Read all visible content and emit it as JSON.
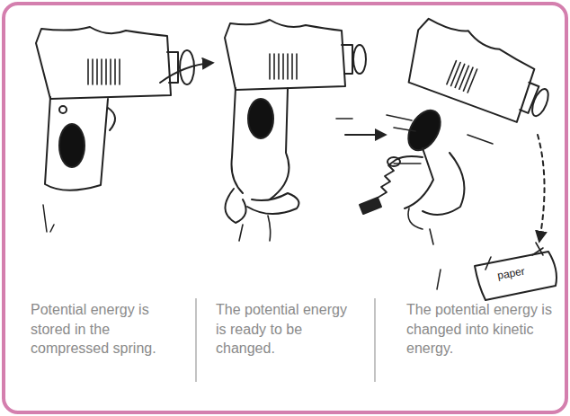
{
  "diagram": {
    "labels": [
      "Potential energy is stored in the compressed spring.",
      "The potential energy is ready to be changed.",
      "The potential energy is changed into kinetic energy.",
      "paper"
    ]
  }
}
